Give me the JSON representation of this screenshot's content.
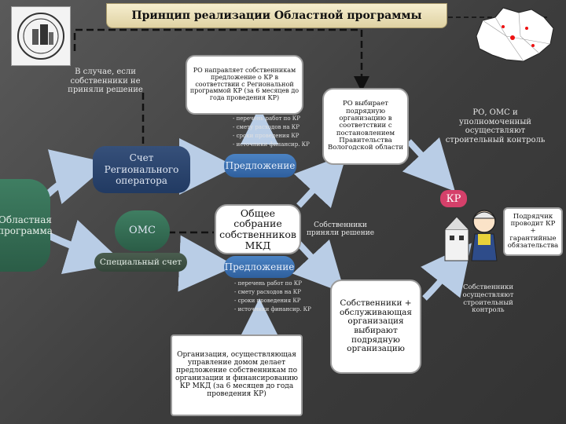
{
  "title": "Принцип реализации Областной программы",
  "notes": {
    "no_decision": "В случае, если собственники не приняли решение",
    "ro_control": "РО, ОМС и уполномоченный осуществляют строительный контроль",
    "owners_decided": "Собственники приняли решение",
    "contractor": "Подрядчик проводит КР + гарантийные обязательства",
    "owners_control": "Собственники осуществляют строительный контроль"
  },
  "boxes": {
    "ro_sends": "РО направляет собственникам предложение о КР в соответствии с Региональной программой КР (за 6 месяцев до года проведения КР)",
    "ro_selects": "РО выбирает подрядную организацию в соответствии с постановлением Правительства Вологодской области",
    "general_meeting": "Общее собрание собственников МКД",
    "owners_service": "Собственники + обслуживающая организация выбирают подрядную организацию",
    "management_org": "Организация, осуществляющая управление домом делает предложение собственникам по организации и финансированию КР МКД (за 6 месяцев до года проведения КР)"
  },
  "nodes": {
    "regional_account": "Счет Регионального оператора",
    "regional_program": "Областная программа",
    "oms": "ОМС",
    "special_account": "Специальный счет",
    "proposal_top": "Предложение",
    "proposal_bottom": "Предложение",
    "kr_badge": "КР"
  },
  "proposal_items": {
    "top": [
      "- перечень работ по КР",
      "- смету расходов на КР",
      "- сроки проведения КР",
      "- источники финансир. КР"
    ],
    "bottom": [
      "- перечень работ по КР",
      "- смету расходов на КР",
      "- сроки проведения КР",
      "- источники финансир. КР"
    ]
  },
  "colors": {
    "navy": "#2b4470",
    "green": "#356e55",
    "blue": "#3f73b4",
    "title_bg": "#ece2bb",
    "arrow": "#b9cde6",
    "badge": "#d5406a"
  },
  "icons": {
    "logo": "emblem-building-icon",
    "map": "region-map-icon",
    "worker": "construction-worker-icon"
  }
}
